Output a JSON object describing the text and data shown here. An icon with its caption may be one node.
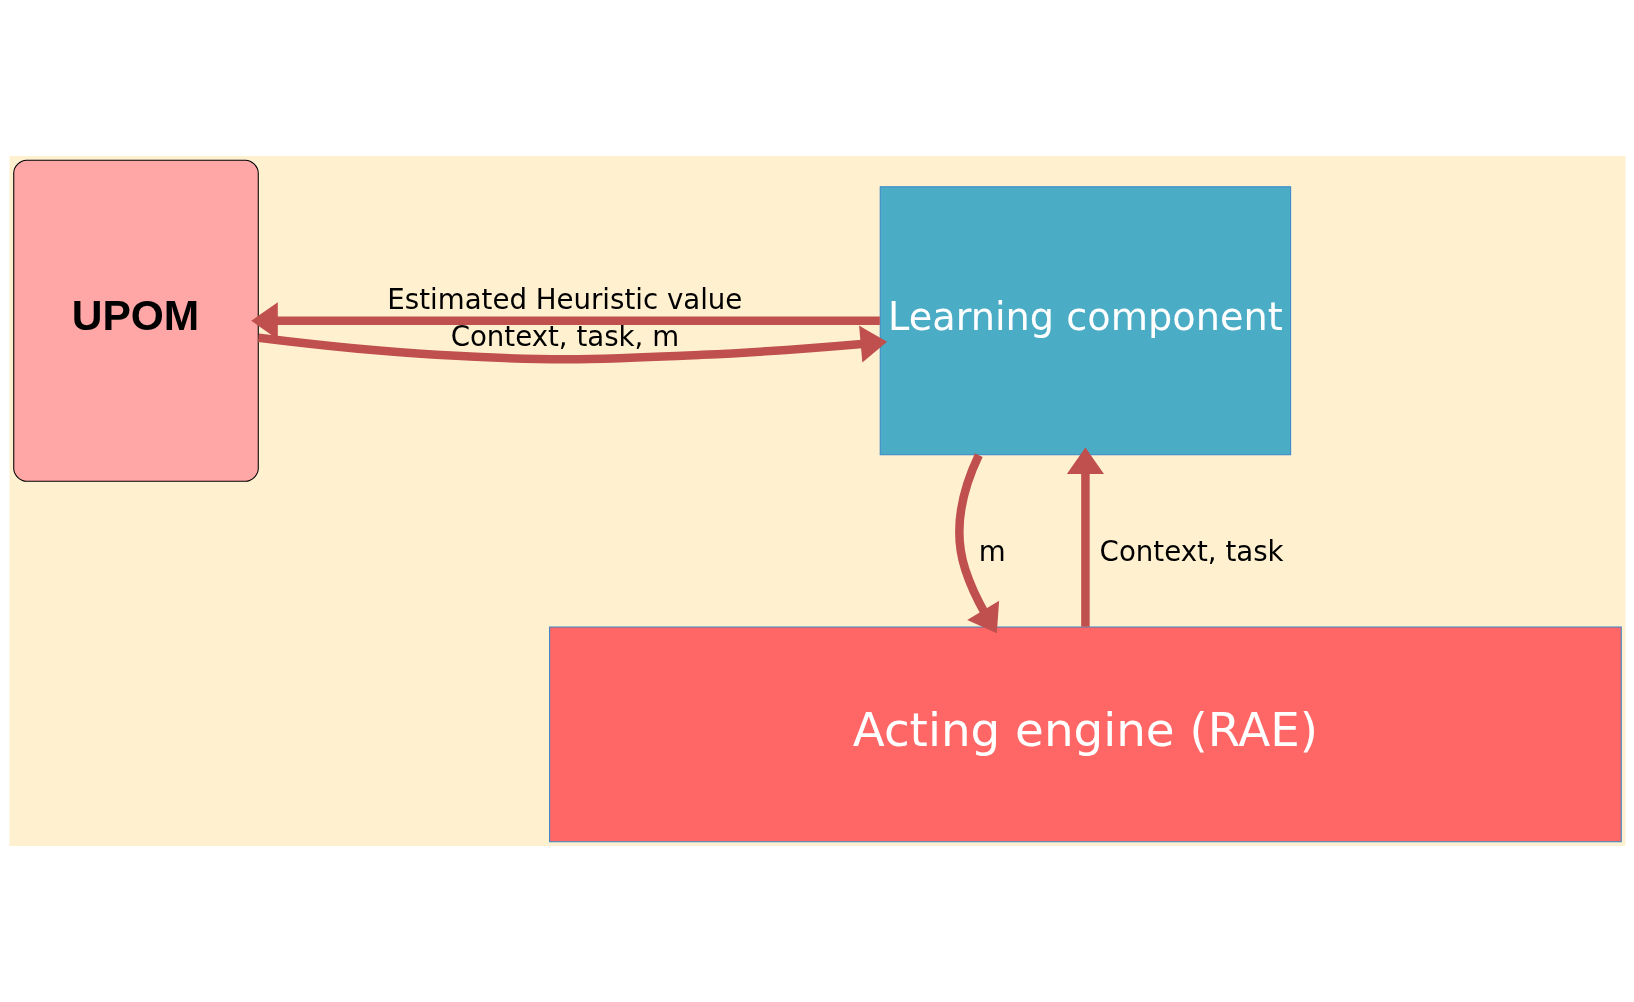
{
  "diagram": {
    "nodes": [
      {
        "text": [
          "UPOM"
        ]
      },
      {
        "text": [
          "Learning component"
        ]
      },
      {
        "text": [
          "Acting engine (RAE)"
        ]
      }
    ],
    "edges": [
      {
        "from": 0,
        "to": 1,
        "arrow": "to",
        "label": "Context, task, m"
      },
      {
        "from": 1,
        "to": 0,
        "arrow": "to",
        "label": "Estimated Heuristic value"
      },
      {
        "from": 2,
        "to": 1,
        "arrow": "to",
        "label": "Context, task"
      },
      {
        "from": 1,
        "to": 2,
        "arrow": "to",
        "label": "m"
      }
    ]
  }
}
